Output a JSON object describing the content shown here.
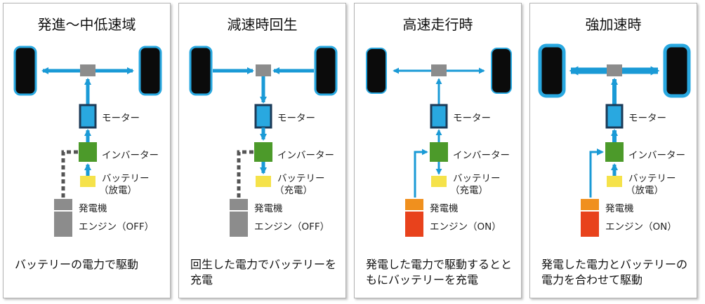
{
  "labels": {
    "motor": "モーター",
    "inverter": "インバーター",
    "battery": "バッテリー",
    "generator": "発電機"
  },
  "panels": [
    {
      "title": "発進～中低速域",
      "battery_state": "（放電）",
      "engine": "エンジン（OFF）",
      "description": "バッテリーの電力で駆動"
    },
    {
      "title": "減速時回生",
      "battery_state": "（充電）",
      "engine": "エンジン（OFF）",
      "description": "回生した電力でバッテリーを充電"
    },
    {
      "title": "高速走行時",
      "battery_state": "（充電）",
      "engine": "エンジン（ON）",
      "description": "発電した電力で駆動するとともにバッテリーを充電"
    },
    {
      "title": "強加速時",
      "battery_state": "（放電）",
      "engine": "エンジン（ON）",
      "description": "発電した電力とバッテリーの電力を合わせて駆動"
    }
  ],
  "colors": {
    "flow_blue": "#1a9ad6",
    "motor_fill": "#29a8e0",
    "dark_outline": "#1b3a57",
    "inverter_green": "#4c9a2a",
    "battery_yellow": "#f5e24a",
    "engine_off_gray": "#8c8c8c",
    "generator_on_orange": "#f0901e",
    "engine_on_red": "#e8421c",
    "wheel_black": "#0b0b0b"
  },
  "icons": [
    "wheel-icon",
    "gearbox-icon",
    "motor-icon",
    "inverter-icon",
    "battery-icon",
    "generator-icon",
    "engine-icon",
    "flow-arrow"
  ]
}
